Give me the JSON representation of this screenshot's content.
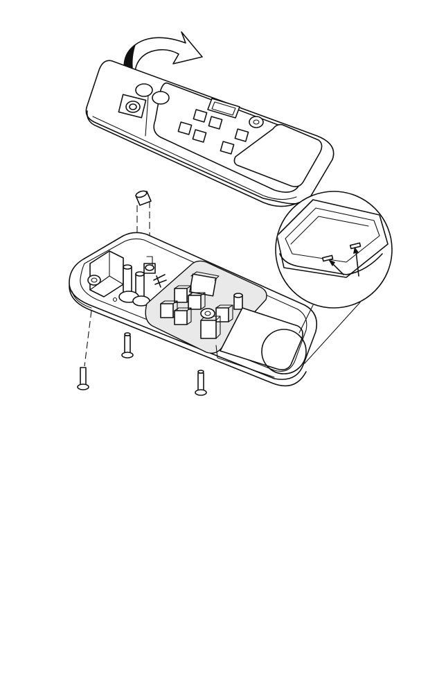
{
  "figure": {
    "background": "#ffffff",
    "line_color": "#111111",
    "shade_color": "#e9e9e9",
    "parts": [
      "rotate-arrow-icon",
      "remote-top-cover",
      "fuse",
      "remote-base-housing",
      "circuit-board",
      "screw",
      "detail-magnifier-callout",
      "latch-slot"
    ]
  }
}
